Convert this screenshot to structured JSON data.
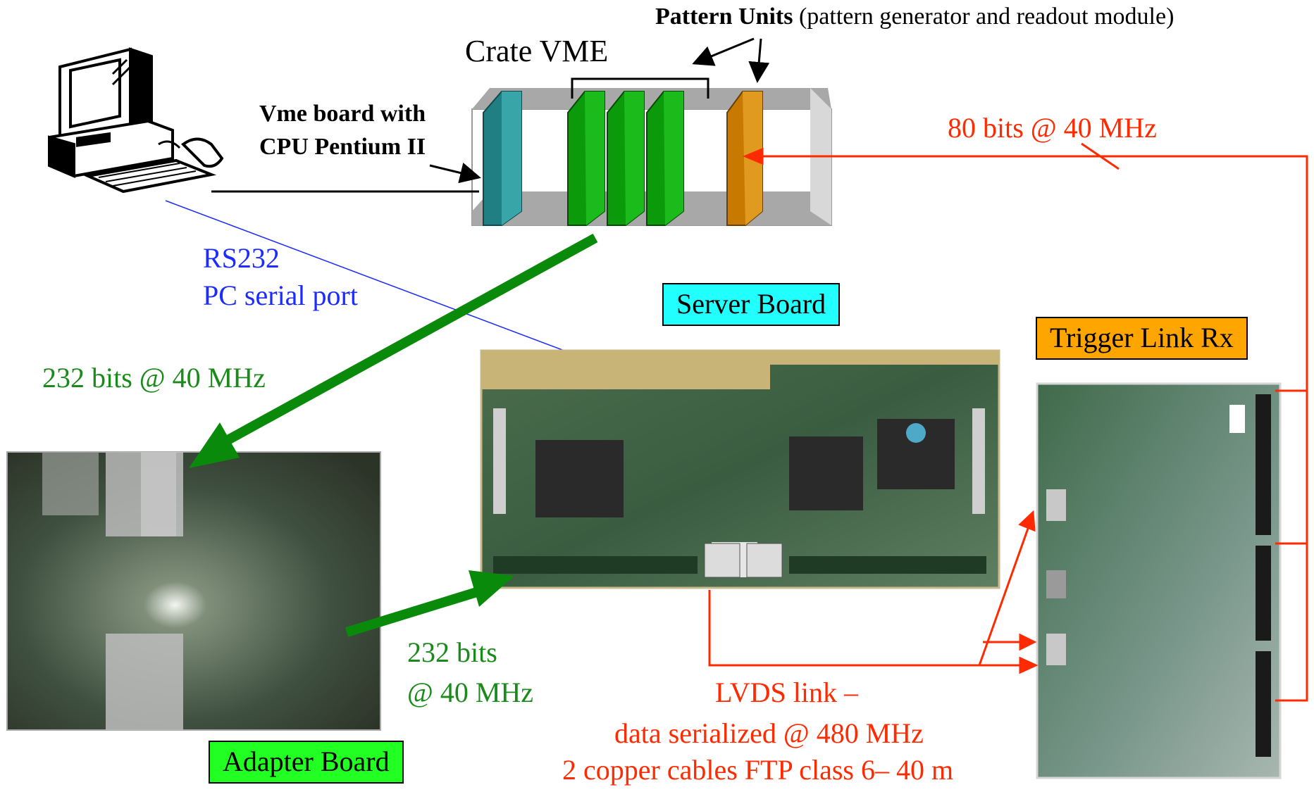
{
  "colors": {
    "green_arrow": "#0a8a0a",
    "red_link": "#ff2a00",
    "blue_link": "#1c2cff",
    "server_label_bg": "#22ffff",
    "trigger_label_bg": "#ffa500",
    "adapter_label_bg": "#22ff22",
    "cpu_board": "#1f7f82",
    "pattern_unit": "#0a9a0a",
    "readout_unit": "#c87a00"
  },
  "labels": {
    "pattern_units_bold": "Pattern Units",
    "pattern_units_rest": "(pattern generator and readout module)",
    "crate_vme": "Crate VME",
    "vme_board_line1": "Vme board with",
    "vme_board_line2": "CPU Pentium II",
    "bits_80": "80 bits @ 40 MHz",
    "rs232_line1": "RS232",
    "rs232_line2": "PC serial port",
    "server_board": "Server Board",
    "trigger_link": "Trigger Link Rx",
    "bits_232_top": "232 bits @ 40 MHz",
    "bits_232_line1": "232 bits",
    "bits_232_line2": "@ 40 MHz",
    "lvds_line1": "LVDS link –",
    "lvds_line2": "data serialized @ 480 MHz",
    "lvds_line3": "2 copper cables FTP class 6– 40 m",
    "adapter_board": "Adapter Board"
  },
  "icons": {
    "computer": "desktop-computer-icon",
    "crate": "vme-crate-icon"
  }
}
